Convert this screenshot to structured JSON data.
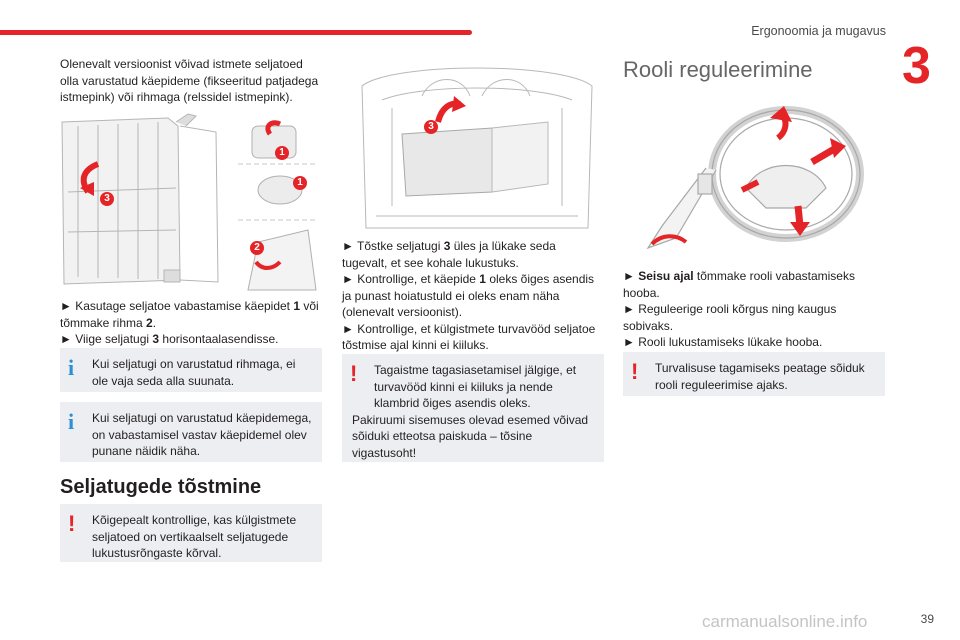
{
  "header": {
    "section_title": "Ergonoomia ja mugavus",
    "chapter_number": "3"
  },
  "col1": {
    "intro": "Olenevalt versioonist võivad istmete seljatoed olla varustatud käepideme (fikseeritud patjadega istmepink) või rihmaga (relssidel istmepink).",
    "steps": [
      {
        "pre": "► Kasutage seljatoe vabastamise käepidet ",
        "num": "1",
        "mid": " või tõmmake rihma ",
        "num2": "2",
        "post": "."
      },
      {
        "pre": "► Viige seljatugi ",
        "num": "3",
        "post": " horisontaalasendisse."
      }
    ],
    "note1": "Kui seljatugi on varustatud rihmaga, ei ole vaja seda alla suunata.",
    "note2": "Kui seljatugi on varustatud käepidemega, on vabastamisel vastav käepidemel olev punane näidik näha.",
    "heading": "Seljatugede tõstmine",
    "warn": "Kõigepealt kontrollige, kas külgistmete seljatoed on vertikaalselt seljatugede lukustusrõngaste kõrval.",
    "callouts": [
      "1",
      "1",
      "2",
      "3"
    ]
  },
  "col2": {
    "steps": [
      {
        "pre": "► Tõstke seljatugi ",
        "num": "3",
        "post": " üles ja lükake seda tugevalt, et see kohale lukustuks."
      },
      {
        "pre": "► Kontrollige, et käepide ",
        "num": "1",
        "post": " oleks õiges asendis ja punast hoiatustuld ei oleks enam näha (olenevalt versioonist)."
      },
      {
        "pre": "► Kontrollige, et külgistmete turvavööd seljatoe tõstmise ajal kinni ei kiiluks.",
        "num": "",
        "post": ""
      }
    ],
    "warn_lines": [
      "Tagaistme tagasiasetamisel jälgige, et turvavööd kinni ei kiiluks ja nende klambrid õiges asendis oleks.",
      "Pakiruumi sisemuses olevad esemed võivad sõiduki etteotsa paiskuda – tõsine vigastusoht!"
    ],
    "callout": "3"
  },
  "col3": {
    "heading": "Rooli reguleerimine",
    "steps": [
      {
        "bold": "► Seisu ajal",
        "text": " tõmmake rooli vabastamiseks hooba."
      },
      {
        "bold": "",
        "text": "► Reguleerige rooli kõrgus ning kaugus sobivaks."
      },
      {
        "bold": "",
        "text": "► Rooli lukustamiseks lükake hooba."
      }
    ],
    "warn": "Turvalisuse tagamiseks peatage sõiduk rooli reguleerimise ajaks."
  },
  "footer": {
    "page_number": "39",
    "watermark": "carmanualsonline.info"
  },
  "colors": {
    "accent": "#e52427",
    "info": "#2f8fd4",
    "note_bg": "#eceef1"
  }
}
